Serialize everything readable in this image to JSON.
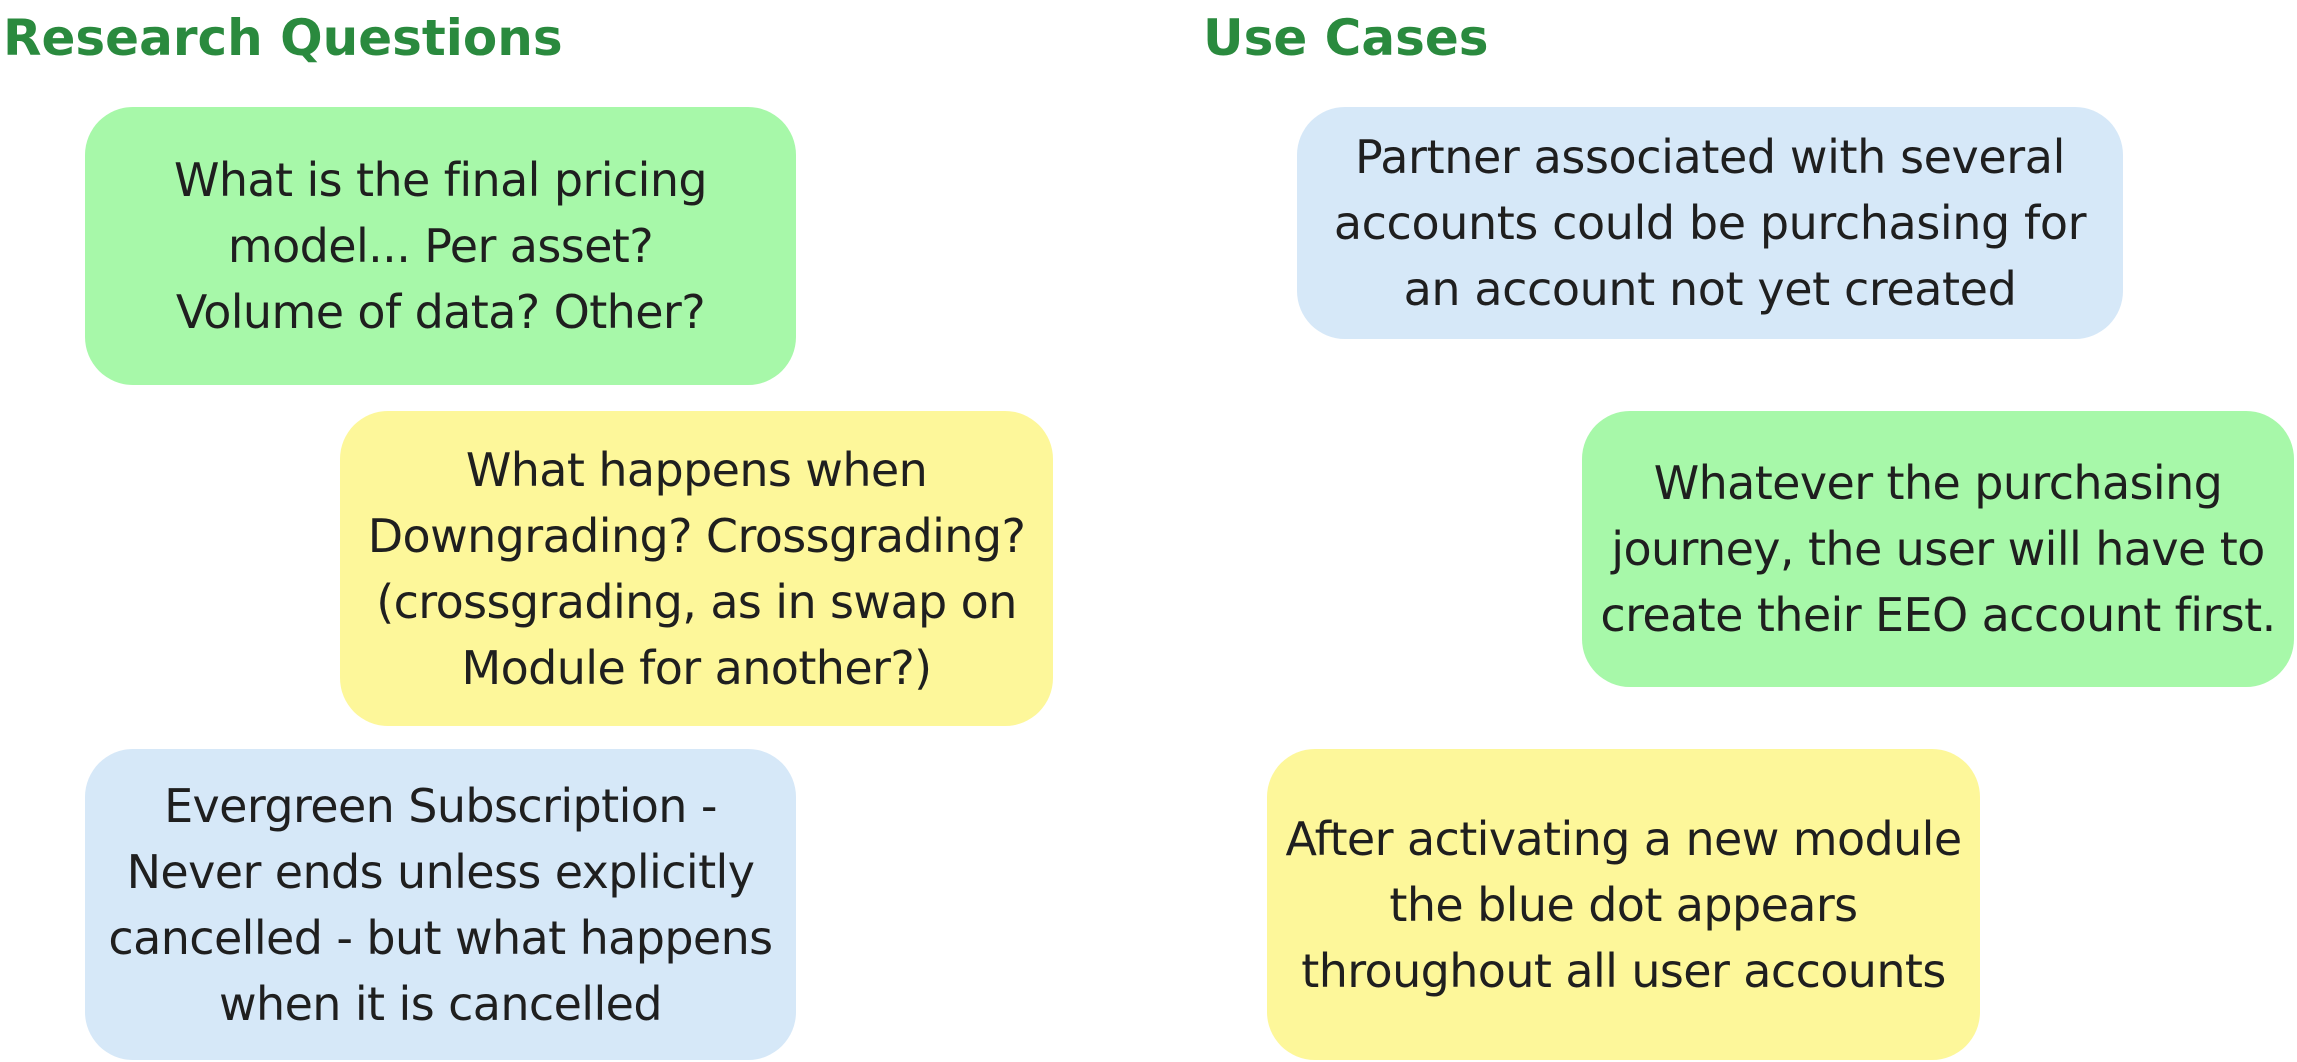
{
  "sections": {
    "research_title": "Research Questions",
    "usecases_title": "Use Cases"
  },
  "notes": {
    "pricing": {
      "lines": [
        "What is the final pricing",
        "model... Per asset?",
        "Volume of data? Other?"
      ],
      "color": "#a7f8a9"
    },
    "downgrade": {
      "lines": [
        "What happens when",
        "Downgrading? Crossgrading?",
        "(crossgrading, as in swap on",
        "Module for another?)"
      ],
      "color": "#fdf79a"
    },
    "evergreen": {
      "lines": [
        "Evergreen Subscription -",
        "Never ends unless explicitly",
        "cancelled - but what happens",
        "when it is cancelled"
      ],
      "color": "#d6e8f8"
    },
    "partner": {
      "lines": [
        "Partner associated with several",
        "accounts could be purchasing for",
        "an account not yet created"
      ],
      "color": "#d6e8f8"
    },
    "journey": {
      "lines": [
        "Whatever the purchasing",
        "journey, the user will have to",
        "create their EEO account first."
      ],
      "color": "#a7f8a9"
    },
    "bluedot": {
      "lines": [
        "After activating a new module",
        "the blue dot appears",
        "throughout all user accounts"
      ],
      "color": "#fdf79a"
    }
  },
  "theme": {
    "title_color": "#2a8a3e",
    "text_color": "#1f1f1f"
  }
}
